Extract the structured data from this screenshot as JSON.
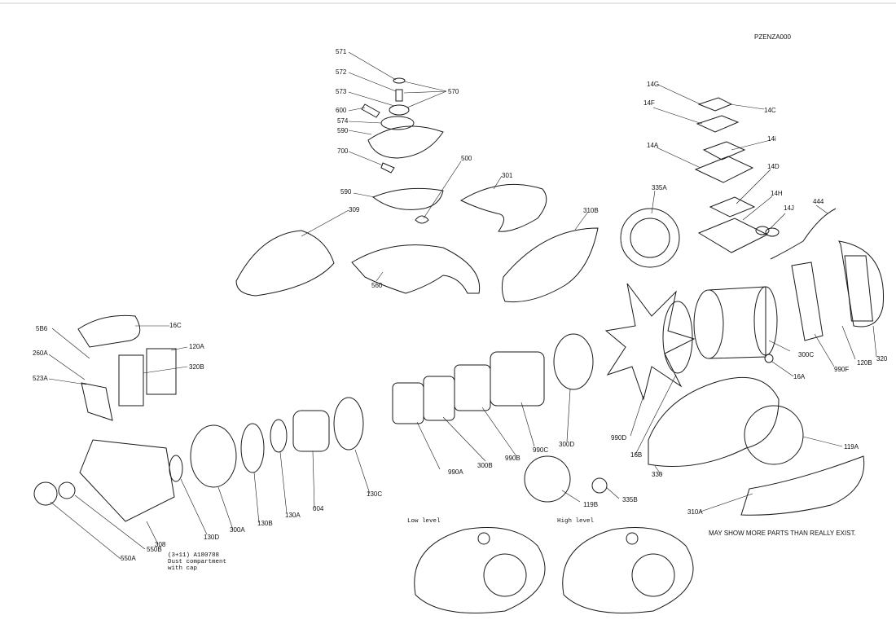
{
  "drawing_code": "PZENZA000",
  "note": "MAY SHOW MORE PARTS THAN REALLY EXIST.",
  "views": {
    "low": "Low level",
    "high": "High level"
  },
  "dust_note": [
    "(3+11) A180788",
    "Dust compartment",
    "with cap"
  ],
  "parts": [
    "571",
    "572",
    "570",
    "573",
    "600",
    "574",
    "590",
    "700",
    "500",
    "301",
    "590",
    "309",
    "310B",
    "560",
    "14G",
    "14C",
    "14F",
    "14i",
    "14A",
    "14D",
    "335A",
    "14H",
    "14J",
    "444",
    "5B6",
    "16C",
    "120A",
    "260A",
    "320B",
    "523A",
    "300C",
    "16A",
    "990F",
    "120B",
    "320",
    "990D",
    "16B",
    "119A",
    "330",
    "310A",
    "990A",
    "300B",
    "990B",
    "990C",
    "300D",
    "119B",
    "335B",
    "308",
    "550B",
    "550A",
    "130D",
    "300A",
    "130B",
    "130A",
    "004",
    "130C"
  ]
}
